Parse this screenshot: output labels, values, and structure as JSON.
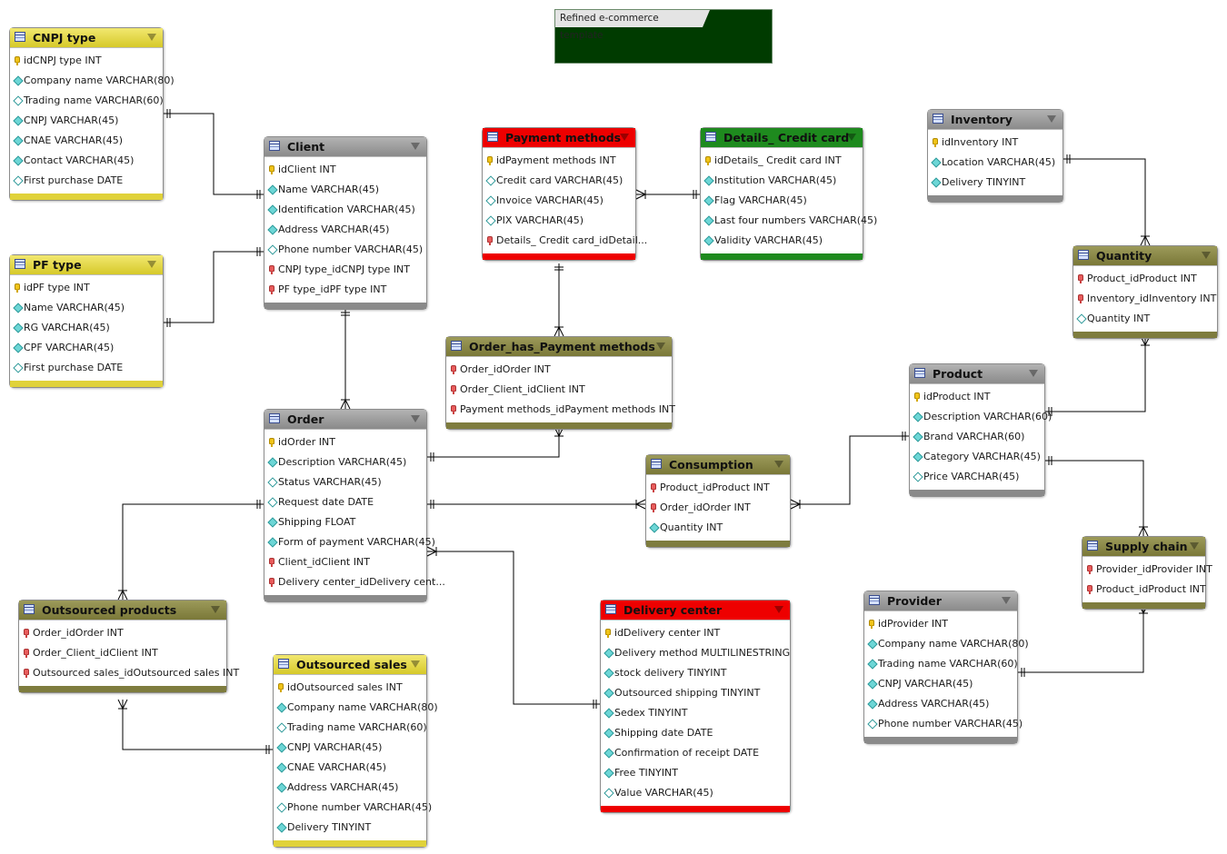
{
  "note": {
    "text": "Refined e-commerce template"
  },
  "tables": [
    {
      "id": "cnpj-type",
      "name": "CNPJ type",
      "color": "yellow",
      "columns": [
        {
          "text": "idCNPJ type INT",
          "icon": "pk"
        },
        {
          "text": "Company name VARCHAR(80)",
          "icon": "nn"
        },
        {
          "text": "Trading name VARCHAR(60)",
          "icon": "n"
        },
        {
          "text": "CNPJ VARCHAR(45)",
          "icon": "nn"
        },
        {
          "text": "CNAE VARCHAR(45)",
          "icon": "nn"
        },
        {
          "text": "Contact VARCHAR(45)",
          "icon": "nn"
        },
        {
          "text": "First purchase DATE",
          "icon": "n"
        }
      ]
    },
    {
      "id": "pf-type",
      "name": "PF type",
      "color": "yellow",
      "columns": [
        {
          "text": "idPF type INT",
          "icon": "pk"
        },
        {
          "text": "Name VARCHAR(45)",
          "icon": "nn"
        },
        {
          "text": "RG VARCHAR(45)",
          "icon": "nn"
        },
        {
          "text": "CPF VARCHAR(45)",
          "icon": "nn"
        },
        {
          "text": "First purchase DATE",
          "icon": "n"
        }
      ]
    },
    {
      "id": "client",
      "name": "Client",
      "color": "gray",
      "columns": [
        {
          "text": "idClient INT",
          "icon": "pk"
        },
        {
          "text": "Name VARCHAR(45)",
          "icon": "nn"
        },
        {
          "text": "Identification VARCHAR(45)",
          "icon": "nn"
        },
        {
          "text": "Address VARCHAR(45)",
          "icon": "nn"
        },
        {
          "text": "Phone number VARCHAR(45)",
          "icon": "n"
        },
        {
          "text": "CNPJ type_idCNPJ type INT",
          "icon": "fk"
        },
        {
          "text": "PF type_idPF type INT",
          "icon": "fk"
        }
      ]
    },
    {
      "id": "payment-methods",
      "name": "Payment methods",
      "color": "red",
      "columns": [
        {
          "text": "idPayment methods INT",
          "icon": "pk"
        },
        {
          "text": "Credit card VARCHAR(45)",
          "icon": "n"
        },
        {
          "text": "Invoice VARCHAR(45)",
          "icon": "n"
        },
        {
          "text": "PIX VARCHAR(45)",
          "icon": "n"
        },
        {
          "text": "Details_ Credit card_idDetail...",
          "icon": "fk"
        }
      ]
    },
    {
      "id": "details-credit-card",
      "name": "Details_ Credit card",
      "color": "green",
      "columns": [
        {
          "text": "idDetails_ Credit card INT",
          "icon": "pk"
        },
        {
          "text": "Institution VARCHAR(45)",
          "icon": "nn"
        },
        {
          "text": "Flag VARCHAR(45)",
          "icon": "nn"
        },
        {
          "text": "Last four numbers VARCHAR(45)",
          "icon": "nn"
        },
        {
          "text": "Validity VARCHAR(45)",
          "icon": "nn"
        }
      ]
    },
    {
      "id": "inventory",
      "name": "Inventory",
      "color": "gray",
      "columns": [
        {
          "text": "idInventory INT",
          "icon": "pk"
        },
        {
          "text": "Location VARCHAR(45)",
          "icon": "nn"
        },
        {
          "text": "Delivery TINYINT",
          "icon": "nn"
        }
      ]
    },
    {
      "id": "quantity",
      "name": "Quantity",
      "color": "olive",
      "columns": [
        {
          "text": "Product_idProduct INT",
          "icon": "fk"
        },
        {
          "text": "Inventory_idInventory INT",
          "icon": "fk"
        },
        {
          "text": "Quantity INT",
          "icon": "n"
        }
      ]
    },
    {
      "id": "order-has-payment",
      "name": "Order_has_Payment methods",
      "color": "olive",
      "columns": [
        {
          "text": "Order_idOrder INT",
          "icon": "fk"
        },
        {
          "text": "Order_Client_idClient INT",
          "icon": "fk"
        },
        {
          "text": "Payment methods_idPayment methods INT",
          "icon": "fk"
        }
      ]
    },
    {
      "id": "product",
      "name": "Product",
      "color": "gray",
      "columns": [
        {
          "text": "idProduct INT",
          "icon": "pk"
        },
        {
          "text": "Description VARCHAR(60)",
          "icon": "nn"
        },
        {
          "text": "Brand VARCHAR(60)",
          "icon": "nn"
        },
        {
          "text": "Category VARCHAR(45)",
          "icon": "nn"
        },
        {
          "text": "Price VARCHAR(45)",
          "icon": "n"
        }
      ]
    },
    {
      "id": "order",
      "name": "Order",
      "color": "gray",
      "columns": [
        {
          "text": "idOrder INT",
          "icon": "pk"
        },
        {
          "text": "Description VARCHAR(45)",
          "icon": "nn"
        },
        {
          "text": "Status VARCHAR(45)",
          "icon": "n"
        },
        {
          "text": "Request date DATE",
          "icon": "n"
        },
        {
          "text": "Shipping FLOAT",
          "icon": "nn"
        },
        {
          "text": "Form of payment VARCHAR(45)",
          "icon": "nn"
        },
        {
          "text": "Client_idClient INT",
          "icon": "fk"
        },
        {
          "text": "Delivery center_idDelivery cent...",
          "icon": "fk"
        }
      ]
    },
    {
      "id": "consumption",
      "name": "Consumption",
      "color": "olive",
      "columns": [
        {
          "text": "Product_idProduct INT",
          "icon": "fk"
        },
        {
          "text": "Order_idOrder INT",
          "icon": "fk"
        },
        {
          "text": "Quantity INT",
          "icon": "nn"
        }
      ]
    },
    {
      "id": "supply-chain",
      "name": "Supply chain",
      "color": "olive",
      "columns": [
        {
          "text": "Provider_idProvider INT",
          "icon": "fk"
        },
        {
          "text": "Product_idProduct INT",
          "icon": "fk"
        }
      ]
    },
    {
      "id": "outsourced-products",
      "name": "Outsourced products",
      "color": "olive",
      "columns": [
        {
          "text": "Order_idOrder INT",
          "icon": "fk"
        },
        {
          "text": "Order_Client_idClient INT",
          "icon": "fk"
        },
        {
          "text": "Outsourced sales_idOutsourced sales INT",
          "icon": "fk"
        }
      ]
    },
    {
      "id": "delivery-center",
      "name": "Delivery center",
      "color": "red",
      "columns": [
        {
          "text": "idDelivery center INT",
          "icon": "pk"
        },
        {
          "text": "Delivery method MULTILINESTRING",
          "icon": "nn"
        },
        {
          "text": "stock delivery TINYINT",
          "icon": "nn"
        },
        {
          "text": "Outsourced shipping TINYINT",
          "icon": "nn"
        },
        {
          "text": "Sedex TINYINT",
          "icon": "nn"
        },
        {
          "text": "Shipping date DATE",
          "icon": "nn"
        },
        {
          "text": "Confirmation of receipt DATE",
          "icon": "nn"
        },
        {
          "text": "Free TINYINT",
          "icon": "nn"
        },
        {
          "text": "Value VARCHAR(45)",
          "icon": "n"
        }
      ]
    },
    {
      "id": "provider",
      "name": "Provider",
      "color": "gray",
      "columns": [
        {
          "text": "idProvider INT",
          "icon": "pk"
        },
        {
          "text": "Company name VARCHAR(80)",
          "icon": "nn"
        },
        {
          "text": "Trading name VARCHAR(60)",
          "icon": "nn"
        },
        {
          "text": "CNPJ VARCHAR(45)",
          "icon": "nn"
        },
        {
          "text": "Address VARCHAR(45)",
          "icon": "nn"
        },
        {
          "text": "Phone number VARCHAR(45)",
          "icon": "n"
        }
      ]
    },
    {
      "id": "outsourced-sales",
      "name": "Outsourced sales",
      "color": "yellow",
      "columns": [
        {
          "text": "idOutsourced sales INT",
          "icon": "pk"
        },
        {
          "text": "Company name VARCHAR(80)",
          "icon": "nn"
        },
        {
          "text": "Trading name VARCHAR(60)",
          "icon": "n"
        },
        {
          "text": "CNPJ VARCHAR(45)",
          "icon": "nn"
        },
        {
          "text": "CNAE VARCHAR(45)",
          "icon": "nn"
        },
        {
          "text": "Address VARCHAR(45)",
          "icon": "nn"
        },
        {
          "text": "Phone number VARCHAR(45)",
          "icon": "n"
        },
        {
          "text": "Delivery TINYINT",
          "icon": "nn"
        }
      ]
    }
  ],
  "relationships": [
    {
      "from": "cnpj-type",
      "to": "client",
      "from_end": "one",
      "to_end": "one"
    },
    {
      "from": "pf-type",
      "to": "client",
      "from_end": "one",
      "to_end": "one"
    },
    {
      "from": "client",
      "to": "order",
      "from_end": "one",
      "to_end": "many"
    },
    {
      "from": "payment-methods",
      "to": "details-credit-card",
      "from_end": "many",
      "to_end": "one"
    },
    {
      "from": "payment-methods",
      "to": "order-has-payment",
      "from_end": "one",
      "to_end": "many"
    },
    {
      "from": "order",
      "to": "order-has-payment",
      "from_end": "one",
      "to_end": "many"
    },
    {
      "from": "inventory",
      "to": "quantity",
      "from_end": "one",
      "to_end": "many"
    },
    {
      "from": "product",
      "to": "quantity",
      "from_end": "one",
      "to_end": "many"
    },
    {
      "from": "order",
      "to": "consumption",
      "from_end": "one",
      "to_end": "many"
    },
    {
      "from": "product",
      "to": "consumption",
      "from_end": "one",
      "to_end": "many"
    },
    {
      "from": "product",
      "to": "supply-chain",
      "from_end": "one",
      "to_end": "many"
    },
    {
      "from": "provider",
      "to": "supply-chain",
      "from_end": "one",
      "to_end": "many"
    },
    {
      "from": "order",
      "to": "outsourced-products",
      "from_end": "one",
      "to_end": "many"
    },
    {
      "from": "outsourced-sales",
      "to": "outsourced-products",
      "from_end": "one",
      "to_end": "many"
    },
    {
      "from": "delivery-center",
      "to": "order",
      "from_end": "one",
      "to_end": "many"
    }
  ]
}
